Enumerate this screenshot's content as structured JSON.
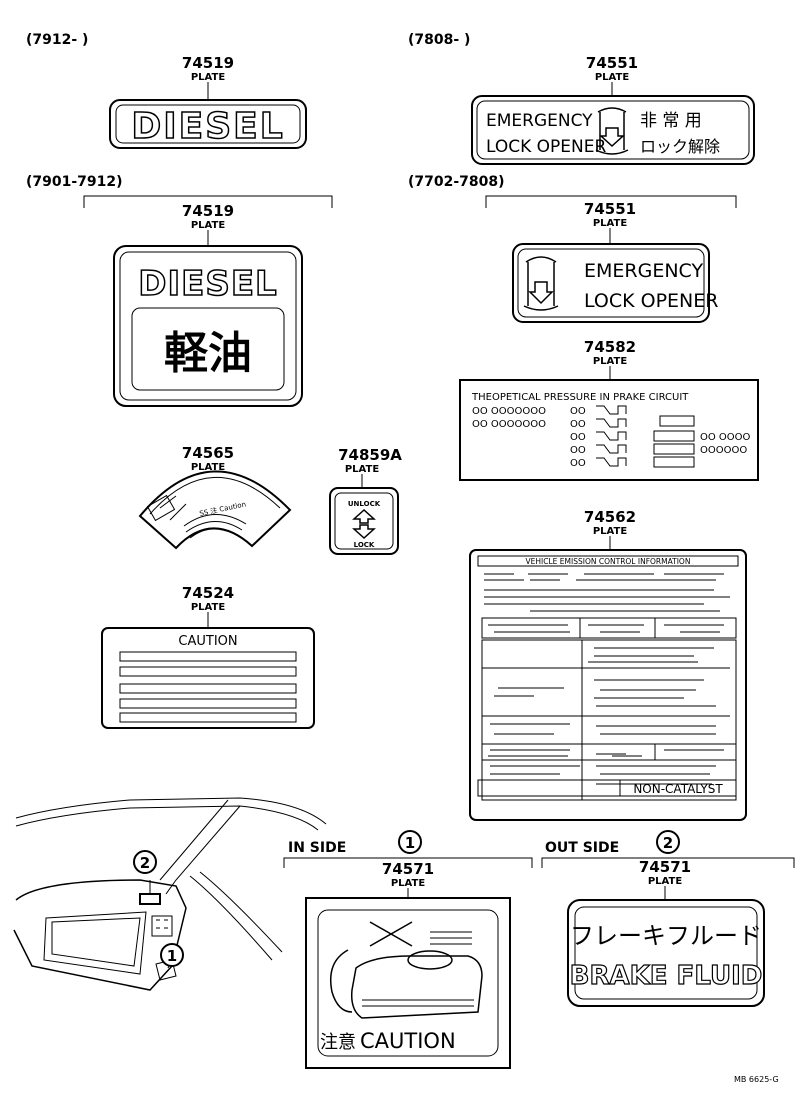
{
  "groups": {
    "g1_date": "(7912-        )",
    "g2_date": "(7808-        )",
    "g3_date": "(7901-7912)",
    "g4_date": "(7702-7808)"
  },
  "parts": {
    "p1": {
      "number": "74519",
      "name": "PLATE",
      "text": "DIESEL"
    },
    "p2": {
      "number": "74551",
      "name": "PLATE",
      "line1": "EMERGENCY",
      "line2": "LOCK OPENER",
      "jp1": "非 常 用",
      "jp2": "ロック解除"
    },
    "p3": {
      "number": "74519",
      "name": "PLATE",
      "text": "DIESEL",
      "jp": "軽油"
    },
    "p4": {
      "number": "74551",
      "name": "PLATE",
      "line1": "EMERGENCY",
      "line2": "LOCK OPENER"
    },
    "p5": {
      "number": "74582",
      "name": "PLATE",
      "title": "THEOPETICAL  PRESSURE   IN   PRAKE  CIRCUIT"
    },
    "p6": {
      "number": "74565",
      "name": "PLATE"
    },
    "p7": {
      "number": "74859A",
      "name": "PLATE",
      "top": "UNLOCK",
      "bottom": "LOCK"
    },
    "p8": {
      "number": "74562",
      "name": "PLATE",
      "title": "VEHICLE   EMISSION   CONTROL   INFORMATION",
      "footer": "NON-CATALYST"
    },
    "p9": {
      "number": "74524",
      "name": "PLATE",
      "title": "CAUTION"
    },
    "p10": {
      "number": "74571",
      "name": "PLATE",
      "side": "IN  SIDE",
      "callout": "1",
      "caption_jp": "注意",
      "caption": "CAUTION"
    },
    "p11": {
      "number": "74571",
      "name": "PLATE",
      "side": "OUT  SIDE",
      "callout": "2",
      "line1": "フレーキフルード",
      "line2": "BRAKE FLUID"
    }
  },
  "car": {
    "callout1": "1",
    "callout2": "2"
  },
  "footer": {
    "ref": "MB  6625-G"
  }
}
